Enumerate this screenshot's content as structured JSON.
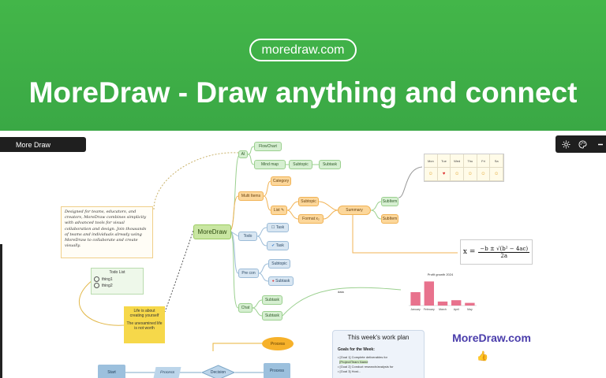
{
  "banner": {
    "url": "moredraw.com",
    "headline": "MoreDraw - Draw anything and connect"
  },
  "app": {
    "title": "More Draw",
    "tools": [
      {
        "icon": "gear-icon"
      },
      {
        "icon": "palette-icon"
      }
    ]
  },
  "mindmap": {
    "root": "MoreDraw",
    "nodes": {
      "ai": "AI",
      "flowchart": "FlowChart",
      "mindmap": "Mind map",
      "subtopic_a": "Subtopic",
      "subtask_a": "Subtask",
      "multi_item": "Multi Items",
      "category": "Category",
      "list": "List",
      "subtopic_b": "Subtopic",
      "format": "Format",
      "summary": "Summary",
      "subitem1": "SubItem",
      "subitem2": "SubItem",
      "todo": "Todo",
      "task1": "Task",
      "task2": "Task",
      "pre_con": "Pre con",
      "subtopic_c": "Subtopic",
      "subtask_b": "Subtask",
      "chat": "Chat",
      "subtask_c": "Subtask",
      "subtask_d": "Subtask"
    }
  },
  "note_text": "Designed for teams, educators, and creators, MoreDraw combines simplicity with advanced tools for visual collaboration and design. Join thousands of teams and individuals already using MoreDraw to collaborate and create visually.",
  "todo_list": {
    "title": "Todo List",
    "items": [
      "thing1",
      "thing2"
    ]
  },
  "sticky": {
    "line1": "Life is about creating yourself",
    "line2": "The unexamined life is not worth"
  },
  "table": {
    "headers": [
      "Mon",
      "Tue",
      "Wed",
      "Thu",
      "Fri",
      "Sa"
    ],
    "row": [
      "☺",
      "♥",
      "☺",
      "☺",
      "☺",
      "☺"
    ]
  },
  "formula": {
    "lhs": "x =",
    "numerator": "−b ± √(b² − 4ac)",
    "denominator": "2a"
  },
  "chart_data": {
    "type": "bar",
    "title": "Profit growth 2024",
    "categories": [
      "January",
      "February",
      "March",
      "April",
      "May"
    ],
    "values": [
      10,
      18,
      3,
      4,
      2
    ],
    "ylim": [
      0,
      20
    ],
    "color": "#e8728d"
  },
  "chart_label": "data",
  "plan": {
    "title": "This week's work plan",
    "goals_heading": "Goals for the Week:",
    "line1": "[Goal 1] Complete deliverables for",
    "line1_hl": "[Project/Team Name",
    "line2": "[Goal 2] Conduct research/analysis for",
    "line3": "[Goal 3] Host..."
  },
  "brand": "MoreDraw.com",
  "flowchart": {
    "start": "Start",
    "process1": "Process",
    "decision": "Decision",
    "process2": "Process",
    "process_top": "Process"
  },
  "colors": {
    "banner": "#43b649",
    "accent_green": "#9bd08f",
    "accent_orange": "#f1b355",
    "accent_blue": "#9cbcd8"
  }
}
